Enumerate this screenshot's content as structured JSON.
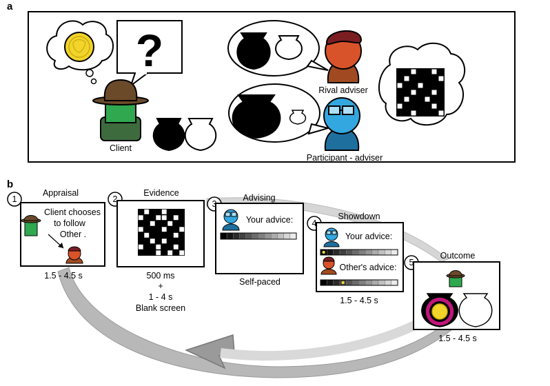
{
  "panel_a": {
    "tag": "a",
    "labels": {
      "client": "Client",
      "rival": "Rival adviser",
      "participant": "Participant - adviser"
    },
    "question_mark": "?"
  },
  "panel_b": {
    "tag": "b",
    "steps": [
      {
        "num": "1",
        "title": "Appraisal",
        "lines": [
          "Client chooses",
          "to follow",
          "Other ."
        ],
        "timing": [
          "1.5 - 4.5 s"
        ]
      },
      {
        "num": "2",
        "title": "Evidence",
        "timing": [
          "500 ms",
          "+",
          "1 - 4 s",
          "Blank screen"
        ]
      },
      {
        "num": "3",
        "title": "Advising",
        "prompt": "Your advice:",
        "timing": [
          "Self-paced"
        ]
      },
      {
        "num": "4",
        "title": "Showdown",
        "your_advice": "Your advice:",
        "other_advice": "Other's advice:",
        "timing": [
          "1.5 - 4.5 s"
        ]
      },
      {
        "num": "5",
        "title": "Outcome",
        "timing": [
          "1.5 - 4.5 s"
        ]
      }
    ]
  },
  "colors": {
    "client_hat": "#6b4a2a",
    "client_face": "#2fa84f",
    "client_body": "#3d6b3d",
    "rival_hat": "#7a1e22",
    "rival_face": "#d9532a",
    "rival_body": "#a14a22",
    "participant_face": "#33a7e0",
    "participant_body": "#1f6f9e",
    "coin": "#f2d42a",
    "outcome_ring": "#c0167a"
  },
  "evidence_grid": [
    [
      1,
      0,
      1,
      1,
      0,
      1,
      1,
      1
    ],
    [
      0,
      1,
      1,
      0,
      0,
      1,
      0,
      1
    ],
    [
      1,
      1,
      0,
      1,
      1,
      0,
      1,
      1
    ],
    [
      0,
      1,
      1,
      1,
      0,
      1,
      1,
      0
    ],
    [
      1,
      0,
      1,
      1,
      1,
      1,
      0,
      1
    ],
    [
      1,
      1,
      0,
      1,
      0,
      1,
      1,
      1
    ],
    [
      0,
      1,
      1,
      0,
      1,
      1,
      0,
      1
    ],
    [
      1,
      1,
      1,
      0,
      1,
      0,
      1,
      0
    ]
  ],
  "thought_grid": [
    [
      1,
      1,
      0,
      1,
      1,
      0,
      1
    ],
    [
      1,
      0,
      1,
      1,
      1,
      1,
      0
    ],
    [
      0,
      1,
      1,
      0,
      1,
      1,
      1
    ],
    [
      1,
      1,
      0,
      1,
      1,
      0,
      1
    ],
    [
      1,
      0,
      1,
      1,
      0,
      1,
      1
    ],
    [
      0,
      1,
      1,
      1,
      1,
      0,
      1
    ],
    [
      1,
      1,
      0,
      1,
      1,
      1,
      0
    ]
  ]
}
